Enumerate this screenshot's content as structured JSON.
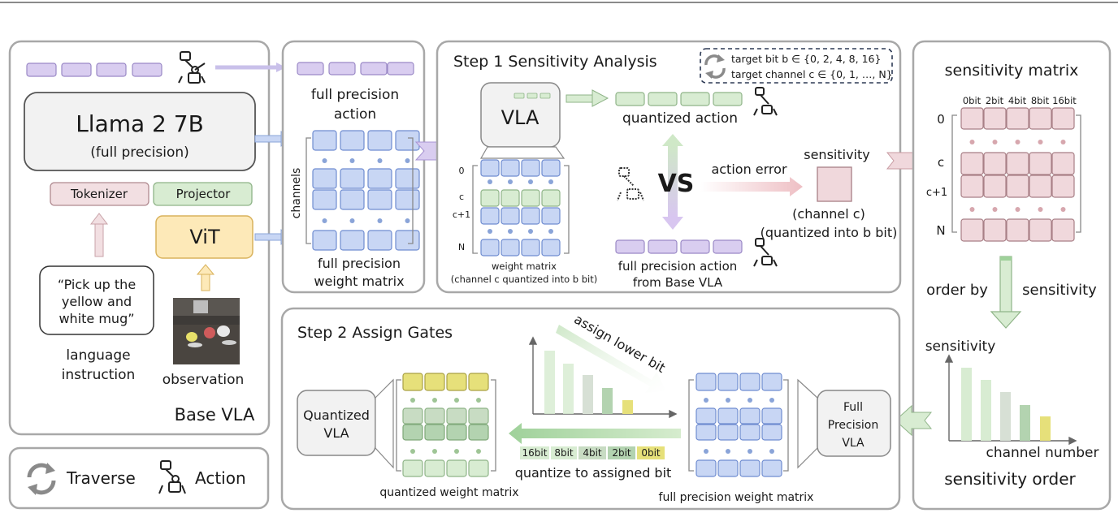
{
  "base_vla": {
    "model_name": "Llama 2 7B",
    "model_sub": "(full precision)",
    "tokenizer": "Tokenizer",
    "projector": "Projector",
    "vit": "ViT",
    "instruction_lines": [
      "“Pick up the",
      "yellow and",
      "white mug”"
    ],
    "language_label_lines": [
      "language",
      "instruction"
    ],
    "observation_label": "observation",
    "panel_label": "Base VLA"
  },
  "legend": {
    "traverse": "Traverse",
    "action": "Action"
  },
  "full_precision": {
    "action_lines": [
      "full precision",
      "action"
    ],
    "channels": "channels",
    "matrix_lines": [
      "full precision",
      "weight matrix"
    ]
  },
  "step1": {
    "title": "Step 1 Sensitivity Analysis",
    "target_bit": "target bit b ∈ {0, 2, 4, 8, 16}",
    "target_channel": "target channel c ∈ {0, 1, …, N}",
    "vla": "VLA",
    "quantized_action": "quantized action",
    "vs": "VS",
    "action_error": "action error",
    "sensitivity": "sensitivity",
    "channel_note_lines": [
      "(channel c)",
      "(quantized into b bit)"
    ],
    "row_labels": [
      "0",
      "c",
      "c+1",
      "N"
    ],
    "matrix_caption_lines": [
      "weight matrix",
      "(channel c quantized into b bit)"
    ],
    "fp_action_lines": [
      "full precision action",
      "from Base VLA"
    ]
  },
  "sensitivity_matrix": {
    "title": "sensitivity matrix",
    "col_labels": [
      "0bit",
      "2bit",
      "4bit",
      "8bit",
      "16bit"
    ],
    "row_labels": [
      "0",
      "c",
      "c+1",
      "N"
    ],
    "order_by": "order by",
    "order_sensitivity": "sensitivity"
  },
  "sensitivity_order": {
    "ylabel": "sensitivity",
    "xlabel": "channel number",
    "title": "sensitivity order"
  },
  "step2": {
    "title": "Step 2 Assign Gates",
    "quantized_vla_lines": [
      "Quantized",
      "VLA"
    ],
    "quantized_matrix": "quantized weight matrix",
    "assign_lower": "assign lower bit",
    "bit_tags": [
      "16bit",
      "8bit",
      "4bit",
      "2bit",
      "0bit"
    ],
    "quantize_assigned": "quantize to assigned bit",
    "fp_matrix": "full precision weight matrix",
    "full_vla_lines": [
      "Full",
      "Precision",
      "VLA"
    ]
  },
  "colors": {
    "purple": "#d9cdf0",
    "blue": "#c8d6f4",
    "green": "#d8ecd2",
    "pink": "#f0d8dc",
    "yellow": "#fde9b8",
    "olive": "#e6e07a"
  }
}
